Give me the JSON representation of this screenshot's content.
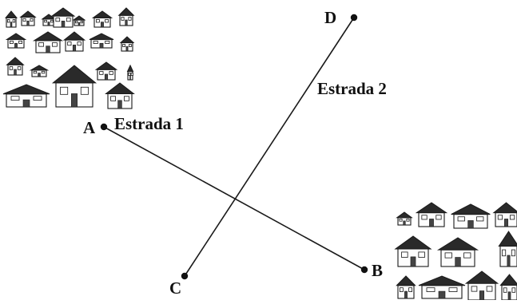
{
  "points": {
    "A": "A",
    "B": "B",
    "C": "C",
    "D": "D"
  },
  "roads": {
    "road1": "Estrada 1",
    "road2": "Estrada 2"
  },
  "colors": {
    "ink": "#111111",
    "background": "#ffffff"
  },
  "decor": {
    "top_left": "house-illustrations-icon",
    "bottom_right": "house-illustrations-icon"
  }
}
